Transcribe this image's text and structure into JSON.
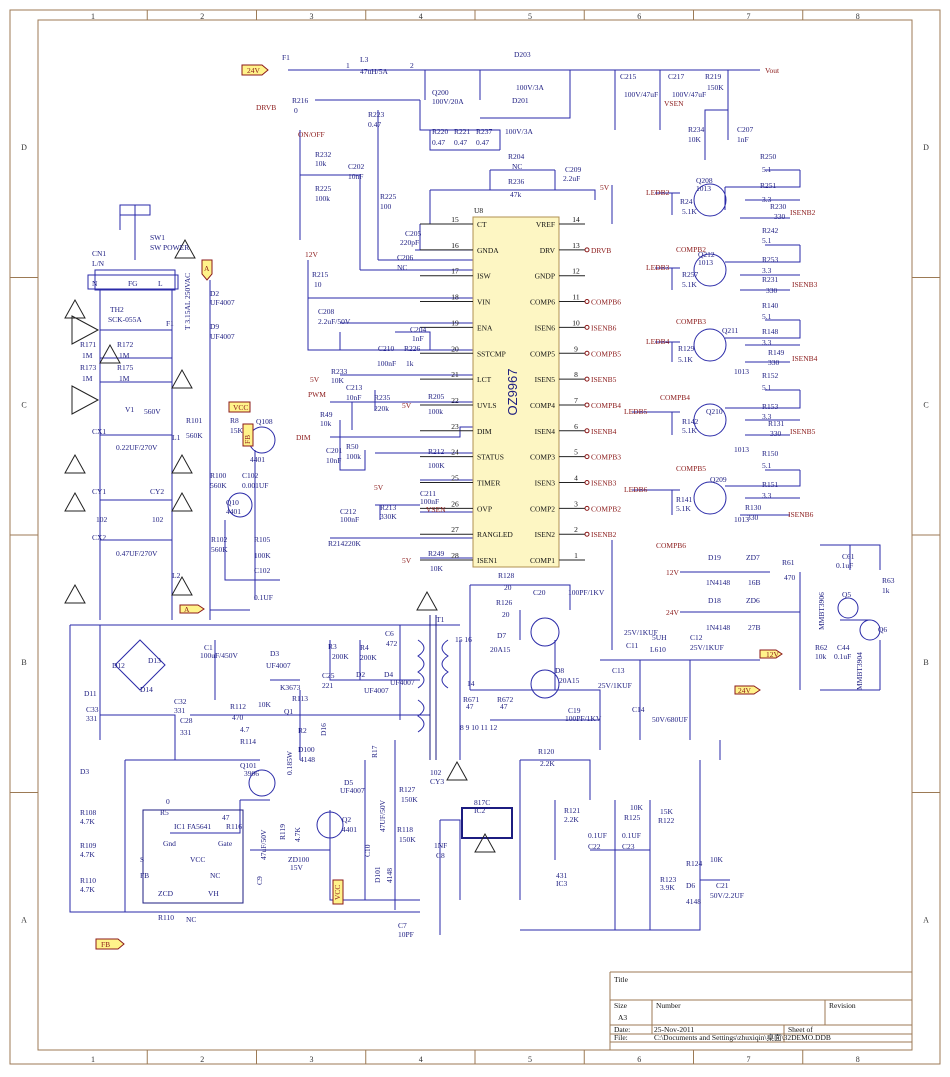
{
  "zones": {
    "cols": [
      "1",
      "2",
      "3",
      "4",
      "5",
      "6",
      "7",
      "8"
    ],
    "rows": [
      "D",
      "C",
      "B",
      "A"
    ]
  },
  "ic": {
    "ref": "U8",
    "name": "OZ9967",
    "left_pins": [
      [
        "15",
        "CT"
      ],
      [
        "16",
        "GNDA"
      ],
      [
        "17",
        "ISW"
      ],
      [
        "18",
        "VIN"
      ],
      [
        "19",
        "ENA"
      ],
      [
        "20",
        "SSTCMP"
      ],
      [
        "21",
        "LCT"
      ],
      [
        "22",
        "UVLS"
      ],
      [
        "23",
        "DIM"
      ],
      [
        "24",
        "STATUS"
      ],
      [
        "25",
        "TIMER"
      ],
      [
        "26",
        "OVP"
      ],
      [
        "27",
        "RANGLED"
      ],
      [
        "28",
        "ISEN1"
      ]
    ],
    "right_pins": [
      [
        "14",
        "VREF",
        ""
      ],
      [
        "13",
        "DRV",
        "DRVB"
      ],
      [
        "12",
        "GNDP",
        ""
      ],
      [
        "11",
        "COMP6",
        "COMPB6"
      ],
      [
        "10",
        "ISEN6",
        "ISENB6"
      ],
      [
        "9",
        "COMP5",
        "COMPB5"
      ],
      [
        "8",
        "ISEN5",
        "ISENB5"
      ],
      [
        "7",
        "COMP4",
        "COMPB4"
      ],
      [
        "6",
        "ISEN4",
        "ISENB4"
      ],
      [
        "5",
        "COMP3",
        "COMPB3"
      ],
      [
        "4",
        "ISEN3",
        "ISENB3"
      ],
      [
        "3",
        "COMP2",
        "COMPB2"
      ],
      [
        "2",
        "ISEN2",
        "ISENB2"
      ],
      [
        "1",
        "COMP1",
        ""
      ]
    ]
  },
  "labels": [
    "24V",
    "F1",
    "L3",
    "47uH/5A",
    "1",
    "2",
    "D203",
    "100V/3A",
    "D201",
    "100V/3A",
    "C215",
    "100V/47uF",
    "C217",
    "100V/47uF",
    "R219",
    "150K",
    "Vout",
    "VSEN",
    "R234",
    "10K",
    "C207",
    "1nF",
    "DRVB",
    "R216",
    "0",
    "Q200",
    "100V/20A",
    "R223",
    "0.47",
    "R220",
    "0.47",
    "R221",
    "0.47",
    "R237",
    "0.47",
    "ON/OFF",
    "R232",
    "10k",
    "R225",
    "100k",
    "C202",
    "10nF",
    "R225",
    "100",
    "R204",
    "NC",
    "R236",
    "47k",
    "C209",
    "2.2uF",
    "5V",
    "C205",
    "220pF",
    "C206",
    "NC",
    "12V",
    "R215",
    "10",
    "C208",
    "2.2uF/50V",
    "C204",
    "1nF",
    "C210",
    "100nF",
    "R226",
    "1k",
    "5V",
    "R233",
    "10K",
    "C213",
    "10nF",
    "R235",
    "220k",
    "5V",
    "R205",
    "100k",
    "PWM",
    "R49",
    "10k",
    "DIM",
    "C201",
    "10nF",
    "R50",
    "100k",
    "R212",
    "100K",
    "5V",
    "C211",
    "100nF",
    "VSEN",
    "C212",
    "100nF",
    "R213",
    "330K",
    "R214220K",
    "5V",
    "R249",
    "10K",
    "LEDB2",
    "Q208",
    "1013",
    "R24",
    "5.1K",
    "COMPB2",
    "R250",
    "5.1",
    "R251",
    "3.3",
    "R230",
    "330",
    "ISENB2",
    "LEDB3",
    "Q212",
    "1013",
    "R257",
    "5.1K",
    "COMPB3",
    "R242",
    "5.1",
    "R253",
    "3.3",
    "R231",
    "330",
    "ISENB3",
    "LEDB4",
    "Q211",
    "R129",
    "5.1K",
    "1013",
    "COMPB4",
    "R140",
    "5.1",
    "R148",
    "3.3",
    "R149",
    "330",
    "ISENB4",
    "LEDB5",
    "Q210",
    "R142",
    "5.1K",
    "1013",
    "COMPB5",
    "R152",
    "5.1",
    "R153",
    "3.3",
    "R131",
    "330",
    "ISENB5",
    "LEDB6",
    "Q209",
    "R141",
    "5.1K",
    "1013",
    "COMPB6",
    "R150",
    "5.1",
    "R151",
    "3.3",
    "R130",
    "330",
    "ISENB6",
    "12V",
    "D19",
    "1N4148",
    "ZD7",
    "16B",
    "R61",
    "470",
    "C61",
    "0.1uF",
    "R63",
    "1k",
    "MMBT3906",
    "Q5",
    "24V",
    "D18",
    "1N4148",
    "ZD6",
    "27B",
    "Q6",
    "R62",
    "10k",
    "C44",
    "0.1uF",
    "MMBT3904",
    "CN1",
    "L/N",
    "N",
    "FG",
    "L",
    "SW1",
    "SW POWER",
    "TH2",
    "SCK-055A",
    "F1",
    "T 3.15AL 250VAC",
    "R171",
    "1M",
    "R172",
    "1M",
    "R173",
    "1M",
    "R175",
    "1M",
    "V1",
    "560V",
    "CX1",
    "0.22UF/270V",
    "CY1",
    "102",
    "CY2",
    "102",
    "L1",
    "CX2",
    "0.47UF/270V",
    "L2",
    "A",
    "D2",
    "UF4007",
    "D9",
    "UF4007",
    "VCC",
    "R101",
    "560K",
    "R8",
    "15K",
    "FB",
    "Q108",
    "4401",
    "R100",
    "560K",
    "C102",
    "0.001UF",
    "Q10",
    "4401",
    "R102",
    "560K",
    "R105",
    "100K",
    "C102",
    "0.1UF",
    "A",
    "C1",
    "100uF/450V",
    "D12",
    "D13",
    "D11",
    "D14",
    "C33",
    "331",
    "C32",
    "331",
    "C28",
    "331",
    "R112",
    "470",
    "4.7",
    "R114",
    "Q101",
    "3906",
    "D100",
    "4148",
    "R5",
    "0",
    "IC1 FA5641",
    "47",
    "R116",
    "Gnd",
    "Gate",
    "S",
    "VCC",
    "FB",
    "NC",
    "ZCD",
    "VH",
    "R110",
    "NC",
    "D3",
    "R108",
    "4.7K",
    "R109",
    "4.7K",
    "R110",
    "4.7K",
    "FB",
    "UF4007",
    "D3",
    "K3673",
    "Q1",
    "R113",
    "10K",
    "R3",
    "200K",
    "R4",
    "200K",
    "C6",
    "472",
    "C25",
    "221",
    "D2",
    "UF4007",
    "D4",
    "UF4007",
    "R2",
    "0.185W",
    "D16",
    "T1",
    "15 16",
    "14",
    "8 9 10 11 12",
    "102",
    "CY3",
    "D5",
    "UF4007",
    "R17",
    "R127",
    "150K",
    "R118",
    "150K",
    "Q2",
    "4401",
    "C10",
    "47UF/50V",
    "R119",
    "4.7K",
    "C9",
    "47uF/50V",
    "ZD100",
    "15V",
    "VCC",
    "D101",
    "4148",
    "C7",
    "10PF",
    "C8",
    "1NF",
    "817C",
    "IC2",
    "431",
    "IC3",
    "R120",
    "2.2K",
    "R121",
    "2.2K",
    "C22",
    "0.1UF",
    "R125",
    "10K",
    "C23",
    "0.1UF",
    "R122",
    "15K",
    "R124",
    "10K",
    "R123",
    "3.9K",
    "D6",
    "4148",
    "C21",
    "50V/2.2UF",
    "R128",
    "20",
    "R126",
    "20",
    "C20",
    "100PF/1KV",
    "D7",
    "20A15",
    "D8",
    "20A15",
    "R671",
    "47",
    "R672",
    "47",
    "C19",
    "100PF/1KV",
    "C13",
    "25V/1KUF",
    "25V/1KUF",
    "C11",
    "L610",
    "5UH",
    "C12",
    "25V/1KUF",
    "12V",
    "24V",
    "C14",
    "50V/680UF"
  ],
  "title_block": {
    "title_label": "Title",
    "size_label": "Size",
    "size_value": "A3",
    "number_label": "Number",
    "revision_label": "Revision",
    "date_label": "Date:",
    "date_value": "25-Nov-2011",
    "sheet_label": "Sheet    of",
    "file_label": "File:",
    "file_value": "C:\\Documents and Settings\\zhuxiqin\\桌面\\32DEMO.DDB"
  }
}
